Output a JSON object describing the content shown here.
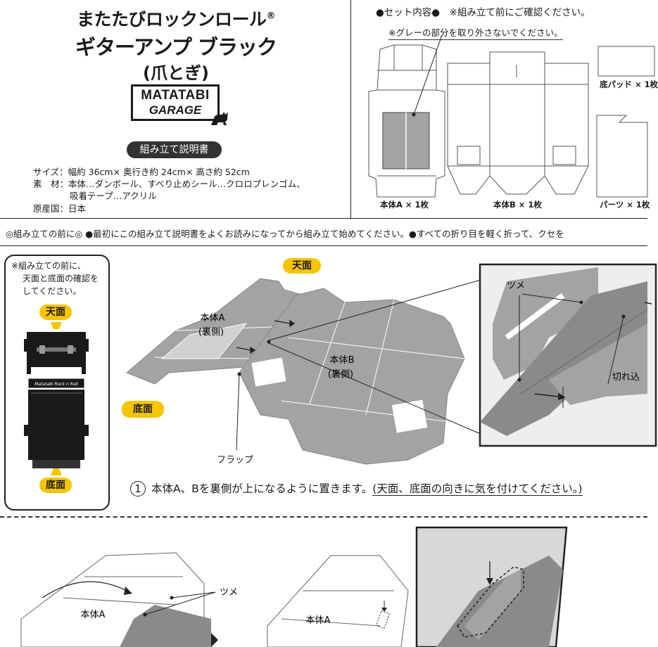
{
  "header": {
    "title_line1": "またたびロックンロール",
    "registered": "®",
    "title_line2": "ギターアンプ ブラック",
    "title_line3": "(爪とぎ)",
    "logo_line1": "MATATABI",
    "logo_line2": "GARAGE",
    "manual_label": "組み立て説明書"
  },
  "specs": [
    {
      "label": "サイズ：",
      "value": "幅約 36cm× 奥行き約 24cm× 高さ約 52cm"
    },
    {
      "label": "素　材：",
      "value": "本体…ダンボール、すべり止めシール…クロロプレンゴム、"
    },
    {
      "label": "",
      "value": "吸着テープ…アクリル"
    },
    {
      "label": "原産国：",
      "value": "日本"
    }
  ],
  "set_contents": {
    "heading": "●セット内容●　※組み立て前にご確認ください。",
    "gray_note": "※グレーの部分を取り外さないでください。",
    "items": [
      "本体A × 1枚",
      "本体B × 1枚",
      "底パッド × 1枚",
      "パーツ × 1枚"
    ]
  },
  "pre_assembly_note": "◎組み立ての前に◎ ●最初にこの組み立て説明書をよくお読みになってから組み立て始めてください。●すべての折り目を軽く折って、クセを",
  "sidebox": {
    "note_lines": [
      "※組み立ての前に、",
      "天面と底面の確認を",
      "してください。"
    ],
    "top_tag": "天面",
    "bottom_tag": "底面",
    "badge_text": "Matatabi Rock n Roll"
  },
  "diagram1": {
    "top_tag": "天面",
    "bottom_tag": "底面",
    "body_a": [
      "本体A",
      "(裏側)"
    ],
    "body_b": [
      "本体B",
      "(裏側)"
    ],
    "flap_label": "フラップ",
    "tsume_label": "ツメ",
    "kirikomi_label": "切れ込"
  },
  "step1": {
    "number": "1",
    "text": "本体A、Bを裏側が上になるように置きます。",
    "note": "(天面、底面の向きに気を付けてください。)"
  },
  "diagram2": {
    "tsume_label": "ツメ",
    "body_a_left": "本体A",
    "body_a_right": "本体A"
  },
  "colors": {
    "panel_gray": "#a3a3a3",
    "dark_gray": "#8a8a8a",
    "light_gray": "#c8c8c8",
    "yellow": "#f6c500",
    "black": "#1a1a1a"
  }
}
